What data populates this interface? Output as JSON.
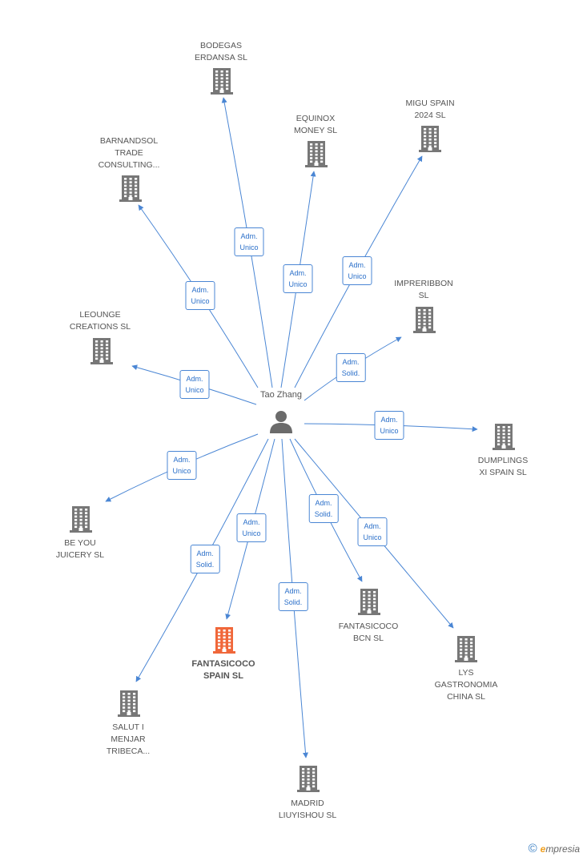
{
  "person": {
    "name": "Tao Zhang"
  },
  "colors": {
    "edge": "#4a86d4",
    "building": "#777777",
    "focus_building": "#f0673a"
  },
  "companies": [
    {
      "id": "bodegas",
      "lines": [
        "BODEGAS",
        "ERDANSA  SL"
      ],
      "role": [
        "Adm.",
        "Unico"
      ],
      "focus": false
    },
    {
      "id": "equinox",
      "lines": [
        "EQUINOX",
        "MONEY  SL"
      ],
      "role": [
        "Adm.",
        "Unico"
      ],
      "focus": false
    },
    {
      "id": "migu",
      "lines": [
        "MIGU SPAIN",
        "2024  SL"
      ],
      "role": [
        "Adm.",
        "Unico"
      ],
      "focus": false
    },
    {
      "id": "barnandsol",
      "lines": [
        "BARNANDSOL",
        "TRADE",
        "CONSULTING..."
      ],
      "role": [
        "Adm.",
        "Unico"
      ],
      "focus": false
    },
    {
      "id": "impreribbon",
      "lines": [
        "IMPRERIBBON",
        "SL"
      ],
      "role": [
        "Adm.",
        "Solid."
      ],
      "focus": false
    },
    {
      "id": "leounge",
      "lines": [
        "LEOUNGE",
        "CREATIONS  SL"
      ],
      "role": [
        "Adm.",
        "Unico"
      ],
      "focus": false
    },
    {
      "id": "dumplings",
      "lines": [
        "DUMPLINGS",
        "XI SPAIN  SL"
      ],
      "role": [
        "Adm.",
        "Unico"
      ],
      "focus": false
    },
    {
      "id": "beyou",
      "lines": [
        "BE YOU",
        "JUICERY  SL"
      ],
      "role": [
        "Adm.",
        "Unico"
      ],
      "focus": false
    },
    {
      "id": "fantasicoco_bcn",
      "lines": [
        "FANTASICOCO",
        "BCN  SL"
      ],
      "role": [
        "Adm.",
        "Solid."
      ],
      "focus": false
    },
    {
      "id": "lys",
      "lines": [
        "LYS",
        "GASTRONOMIA",
        "CHINA  SL"
      ],
      "role": [
        "Adm.",
        "Unico"
      ],
      "focus": false
    },
    {
      "id": "fantasicoco_spain",
      "lines": [
        "FANTASICOCO",
        "SPAIN  SL"
      ],
      "role": [
        "Adm.",
        "Unico"
      ],
      "focus": true
    },
    {
      "id": "salut",
      "lines": [
        "SALUT I",
        "MENJAR",
        "TRIBECA..."
      ],
      "role": [
        "Adm.",
        "Solid."
      ],
      "focus": false
    },
    {
      "id": "madrid",
      "lines": [
        "MADRID",
        "LIUYISHOU  SL"
      ],
      "role": [
        "Adm.",
        "Solid."
      ],
      "focus": false
    }
  ],
  "footer": {
    "copyright_symbol": "©",
    "brand_initial": "e",
    "brand_rest": "mpresia"
  }
}
